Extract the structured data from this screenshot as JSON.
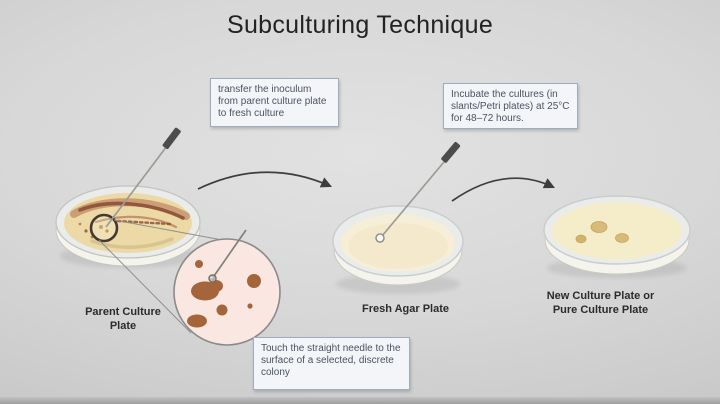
{
  "title": "Subculturing Technique",
  "notes": {
    "transfer": "transfer the inoculum from parent culture plate to fresh culture",
    "incubate": "Incubate the cultures (in slants/Petri plates) at 25°C for 48–72 hours.",
    "touch": "Touch the straight needle to the surface of a selected, discrete colony"
  },
  "labels": {
    "parent": "Parent Culture Plate",
    "fresh": "Fresh Agar Plate",
    "new": "New Culture Plate or  Pure Culture Plate"
  },
  "colors": {
    "note-bg": "#f3f5f9",
    "note-border": "#9fabbe",
    "note-text": "#4b5360",
    "arrow": "#3d3d3d",
    "needle": "#9b9b94",
    "handle": "#4c4c4c",
    "plate-rim": "#c9cdd0",
    "plate-body": "#e9ece9",
    "plate-wall": "#f4f3ec",
    "agar-parent": "#ecd9a6",
    "agar-fresh": "#f7eed7",
    "agar-new": "#f5ecca",
    "streak-light": "#c08a66",
    "streak-dark": "#8a4a33",
    "streak-mid": "#a5654a",
    "magnifier-fill": "#fbe7e2",
    "magnifier-stroke": "#8a8a8a",
    "colony-brown": "#a5653b",
    "colony-tan": "#d7bb78",
    "select-ring": "#45392e"
  }
}
